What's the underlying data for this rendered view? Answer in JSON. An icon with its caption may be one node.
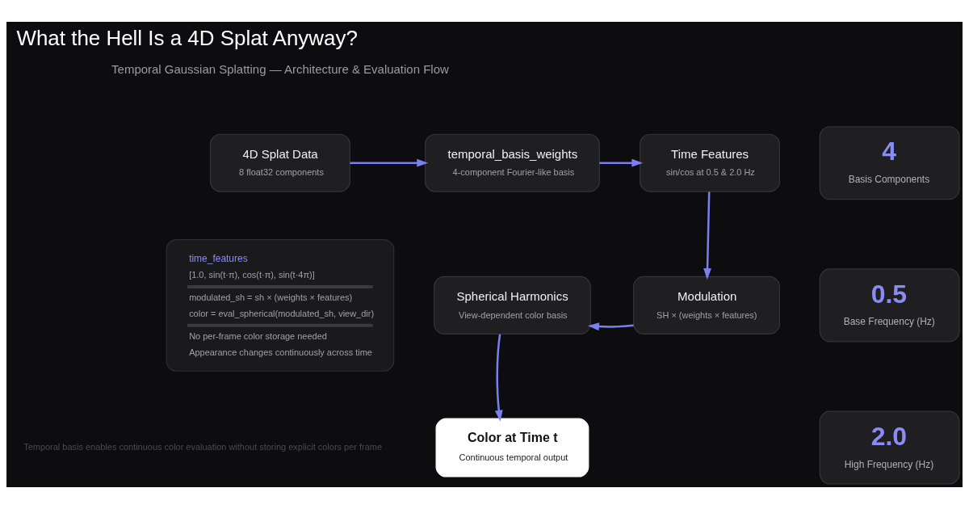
{
  "diagram": {
    "title": "What the Hell Is a 4D Splat Anyway?",
    "caption": "Temporal basis enables continuous color evaluation without storing explicit colors per frame",
    "nodes": [
      {
        "text": [
          "4D Splat Data",
          "8 float32 components"
        ]
      },
      {
        "text": [
          "temporal_basis_weights",
          "4-component Fourier-like basis"
        ]
      },
      {
        "text": [
          "Time Features",
          "sin/cos at 0.5 & 2.0 Hz"
        ]
      },
      {
        "text": [
          "Modulation",
          "SH × (weights × features)"
        ]
      },
      {
        "text": [
          "Spherical Harmonics",
          "View-dependent color basis"
        ]
      },
      {
        "text": [
          "Color at Time t",
          "Continuous temporal output"
        ]
      },
      {
        "text": [
          "time_features",
          "[1.0, sin(t·π), cos(t·π), sin(t·4π)]",
          "modulated_sh = sh × (weights × features)",
          "color = eval_spherical(modulated_sh, view_dir)",
          "No per-frame color storage needed",
          "Appearance changes continuously across time"
        ]
      },
      {
        "text": [
          "4",
          "Basis Components"
        ]
      },
      {
        "text": [
          "0.5",
          "Base Frequency (Hz)"
        ]
      },
      {
        "text": [
          "2.0",
          "High Frequency (Hz)"
        ]
      }
    ],
    "edges": [
      {
        "from": 0,
        "to": 1,
        "arrow": "to"
      },
      {
        "from": 1,
        "to": 2,
        "arrow": "to"
      },
      {
        "from": 2,
        "to": 3,
        "arrow": "to"
      },
      {
        "from": 3,
        "to": 4,
        "arrow": "to"
      },
      {
        "from": 4,
        "to": 5,
        "arrow": "to"
      }
    ],
    "labels": [
      "Temporal Gaussian Splatting — Architecture & Evaluation Flow"
    ]
  }
}
